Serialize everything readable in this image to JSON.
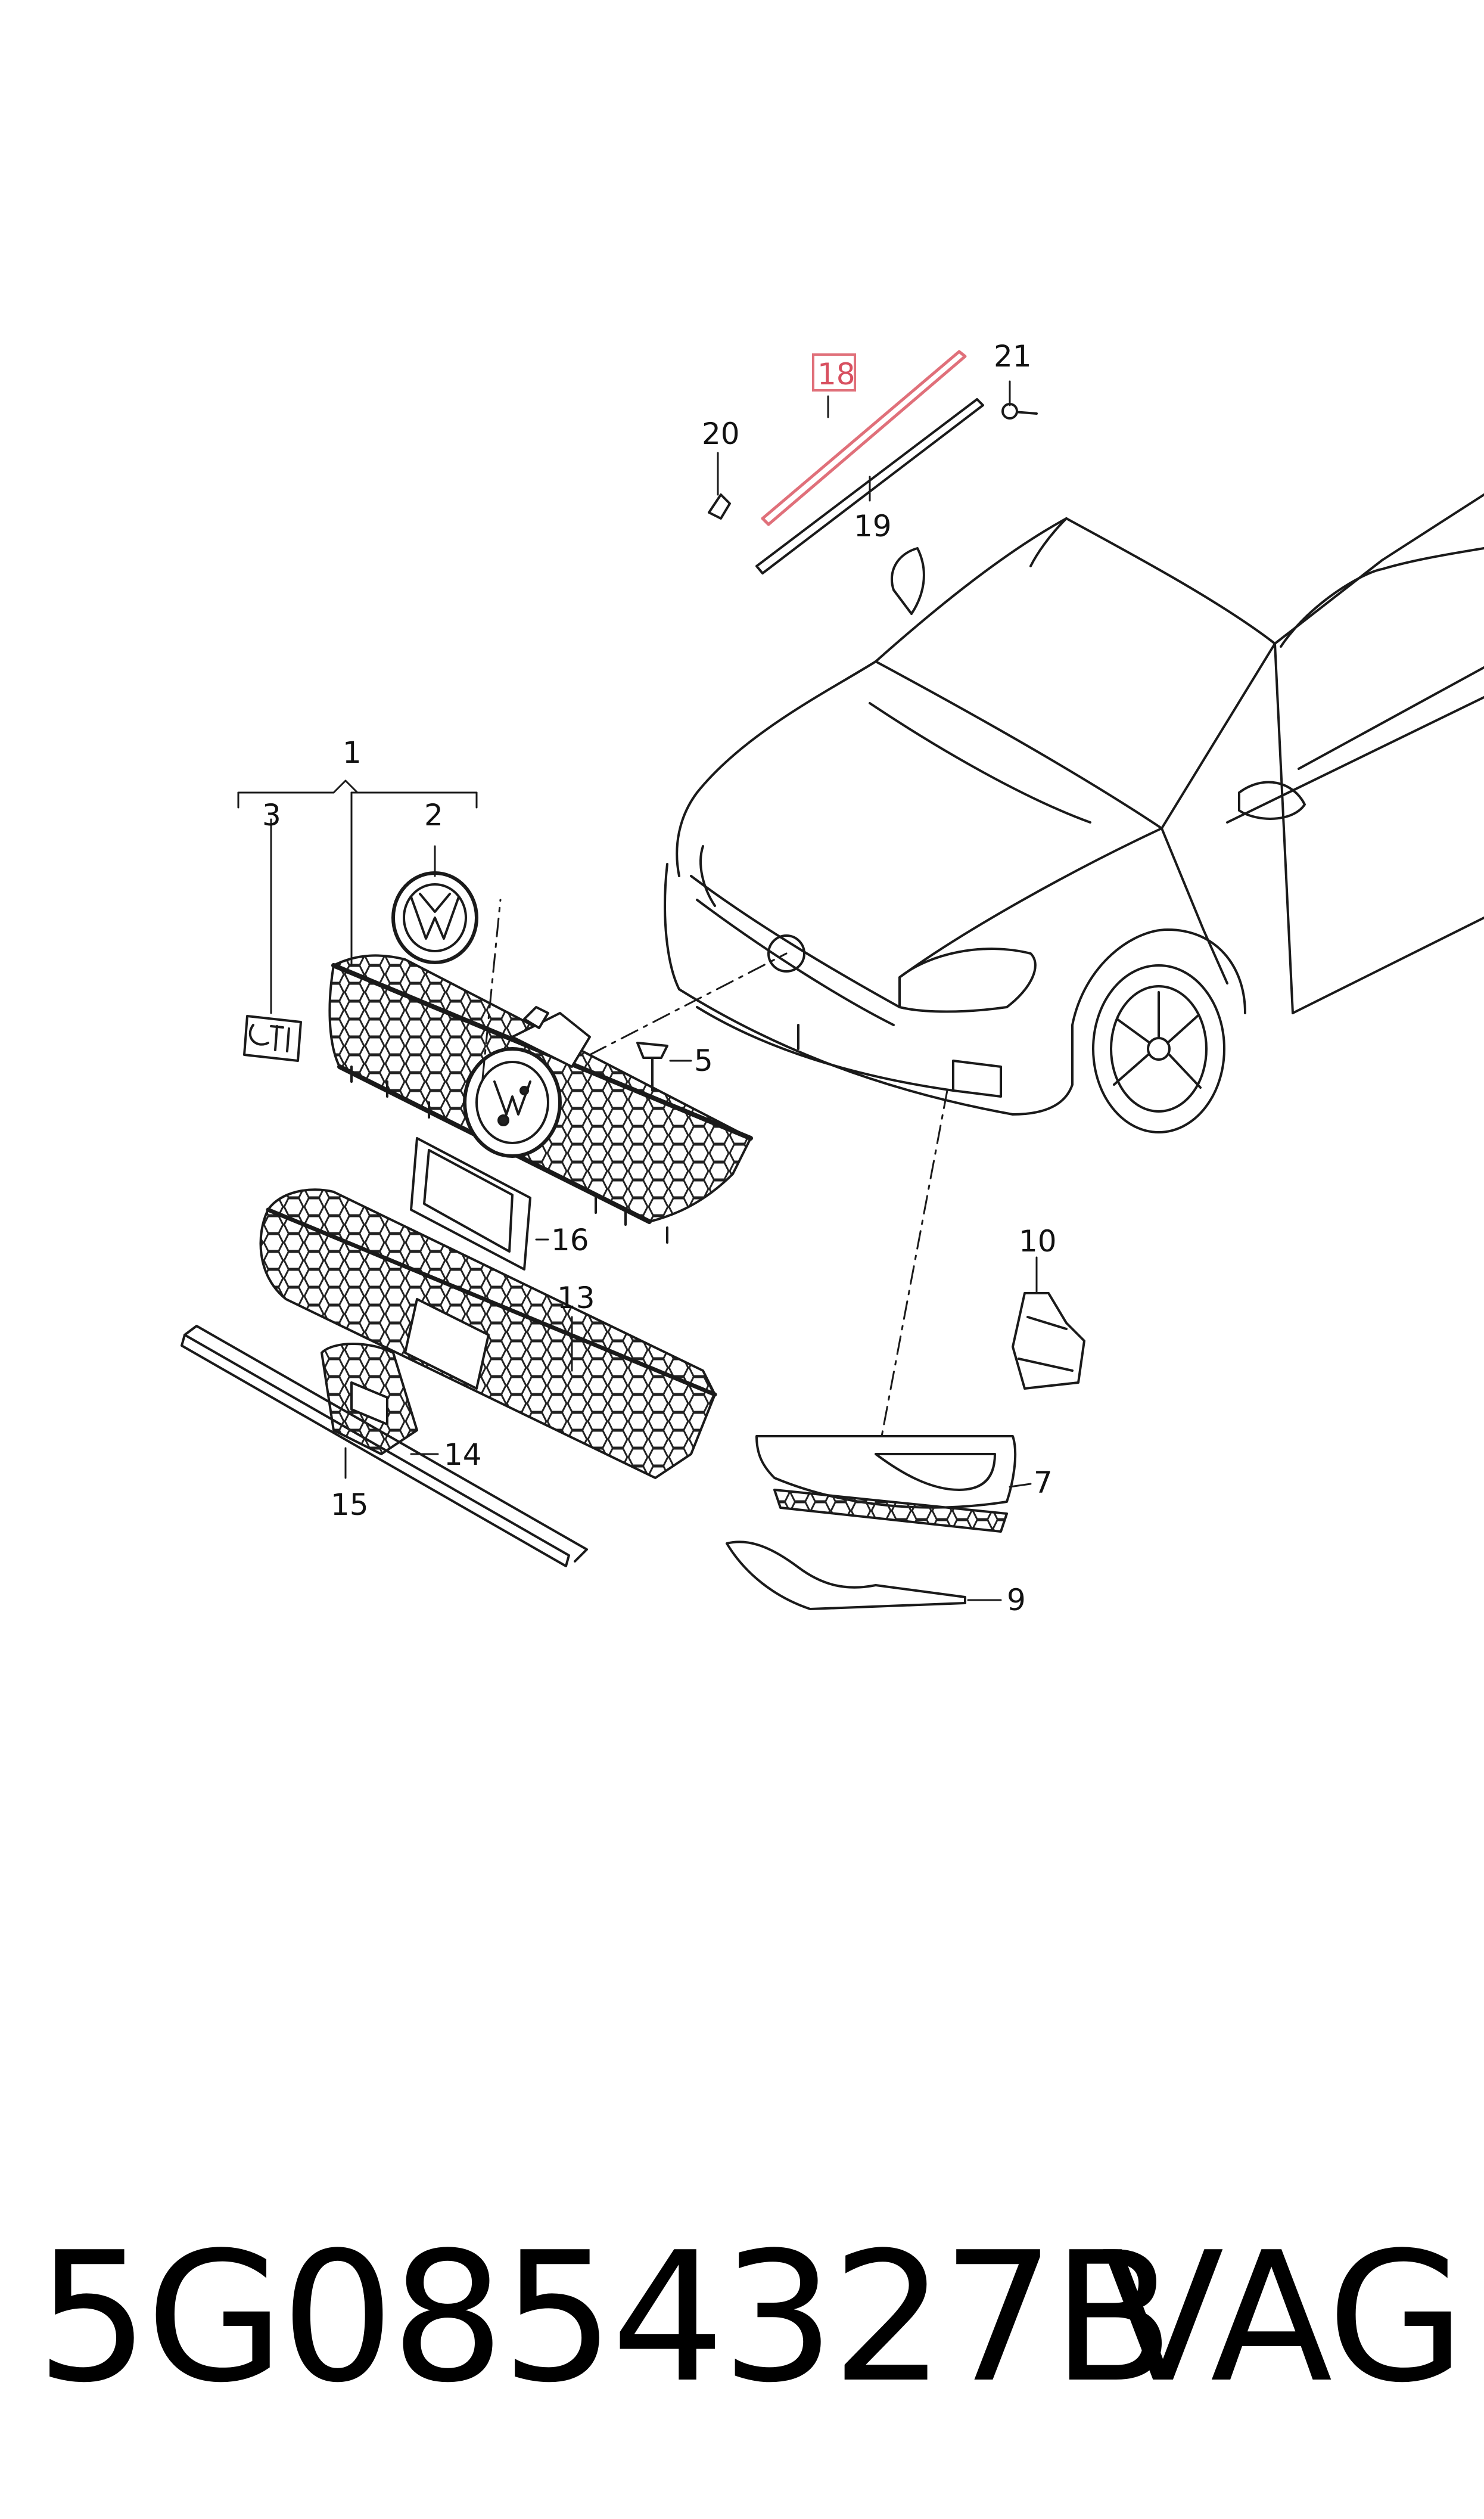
{
  "diagram": {
    "callouts": [
      {
        "id": "c1",
        "label": "1"
      },
      {
        "id": "c2",
        "label": "2"
      },
      {
        "id": "c3",
        "label": "3"
      },
      {
        "id": "c5",
        "label": "5"
      },
      {
        "id": "c7",
        "label": "7"
      },
      {
        "id": "c9",
        "label": "9"
      },
      {
        "id": "c10",
        "label": "10"
      },
      {
        "id": "c13",
        "label": "13"
      },
      {
        "id": "c14",
        "label": "14"
      },
      {
        "id": "c15",
        "label": "15"
      },
      {
        "id": "c16",
        "label": "16"
      },
      {
        "id": "c18",
        "label": "18",
        "highlighted": true
      },
      {
        "id": "c19",
        "label": "19"
      },
      {
        "id": "c20",
        "label": "20"
      },
      {
        "id": "c21",
        "label": "21"
      }
    ],
    "highlight_color": "#e0707a"
  },
  "footer": {
    "part_number": "5G0854327B",
    "brand": "VAG"
  }
}
